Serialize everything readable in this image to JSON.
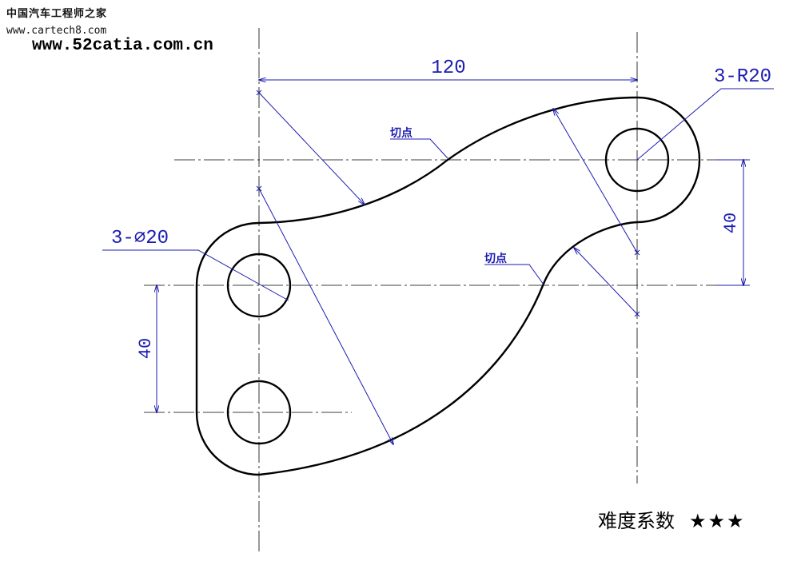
{
  "watermark": {
    "site_cn": "中国汽车工程师之家",
    "url_cartech": "www.cartech8.com",
    "url_52catia": "www.52catia.com.cn"
  },
  "dimensions": {
    "horizontal_distance": "120",
    "vertical_right": "40",
    "vertical_left": "40",
    "radius_note": "3-R20",
    "hole_note": "3-∅20",
    "tangent_point_1": "切点",
    "tangent_point_2": "切点"
  },
  "difficulty": {
    "label": "难度系数",
    "stars": "★★★"
  },
  "colors": {
    "outline": "#000000",
    "dimension": "#1c1cb0"
  }
}
